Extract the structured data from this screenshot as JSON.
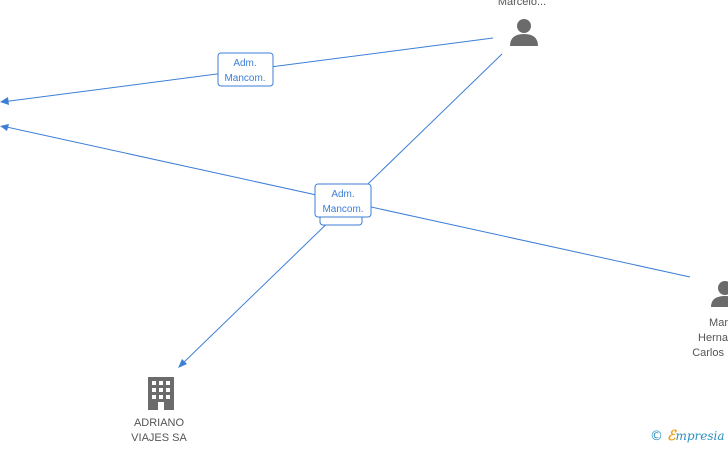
{
  "nodes": {
    "marcelo": {
      "label": "Marcelo..."
    },
    "hernan": {
      "label_lines": [
        "Mar",
        "Herna",
        "Carlos"
      ]
    },
    "adriano": {
      "label_lines": [
        "ADRIANO",
        "VIAJES SA"
      ]
    }
  },
  "edges": {
    "marcelo_left": {
      "label_lines": [
        "Adm.",
        "Mancom."
      ]
    },
    "center": {
      "label_lines": [
        "Adm.",
        "Mancom."
      ]
    }
  },
  "watermark": {
    "symbol": "©",
    "brand_initial": "ℰ",
    "brand_rest": "mpresia"
  },
  "colors": {
    "edge": "#3d7fd6",
    "icon": "#6b6b6b",
    "text": "#555555"
  }
}
